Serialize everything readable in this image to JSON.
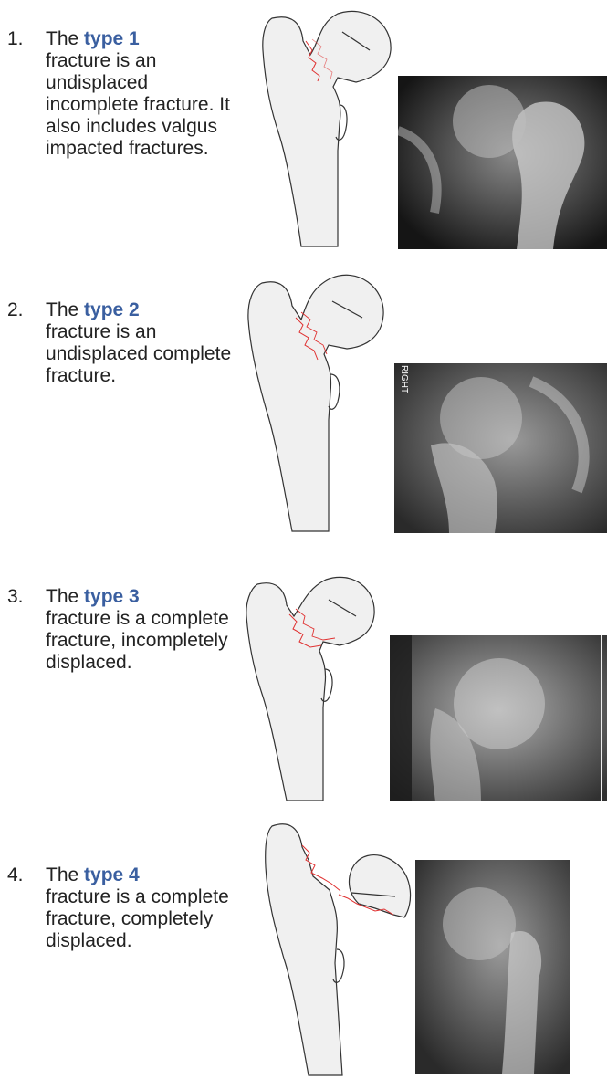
{
  "items": [
    {
      "number": "1.",
      "lead": "The ",
      "type": "type 1",
      "line1_rest": "",
      "description": "fracture is an undisplaced incomplete fracture. It also includes valgus impacted fractures."
    },
    {
      "number": "2.",
      "lead": "The ",
      "type": "type 2",
      "description": "fracture is an undisplaced complete fracture."
    },
    {
      "number": "3.",
      "lead": "The ",
      "type": "type 3",
      "description": "fracture is a complete fracture, incompletely displaced."
    },
    {
      "number": "4.",
      "lead": "The ",
      "type": "type 4",
      "description": "fracture is a complete fracture, completely displaced."
    }
  ],
  "xray_labels": {
    "item2_marker": "RIGHT"
  },
  "colors": {
    "type_label": "#3a5fa0",
    "fracture_line": "#e03030",
    "bone_fill": "#f0f0f0",
    "outline": "#333333"
  }
}
